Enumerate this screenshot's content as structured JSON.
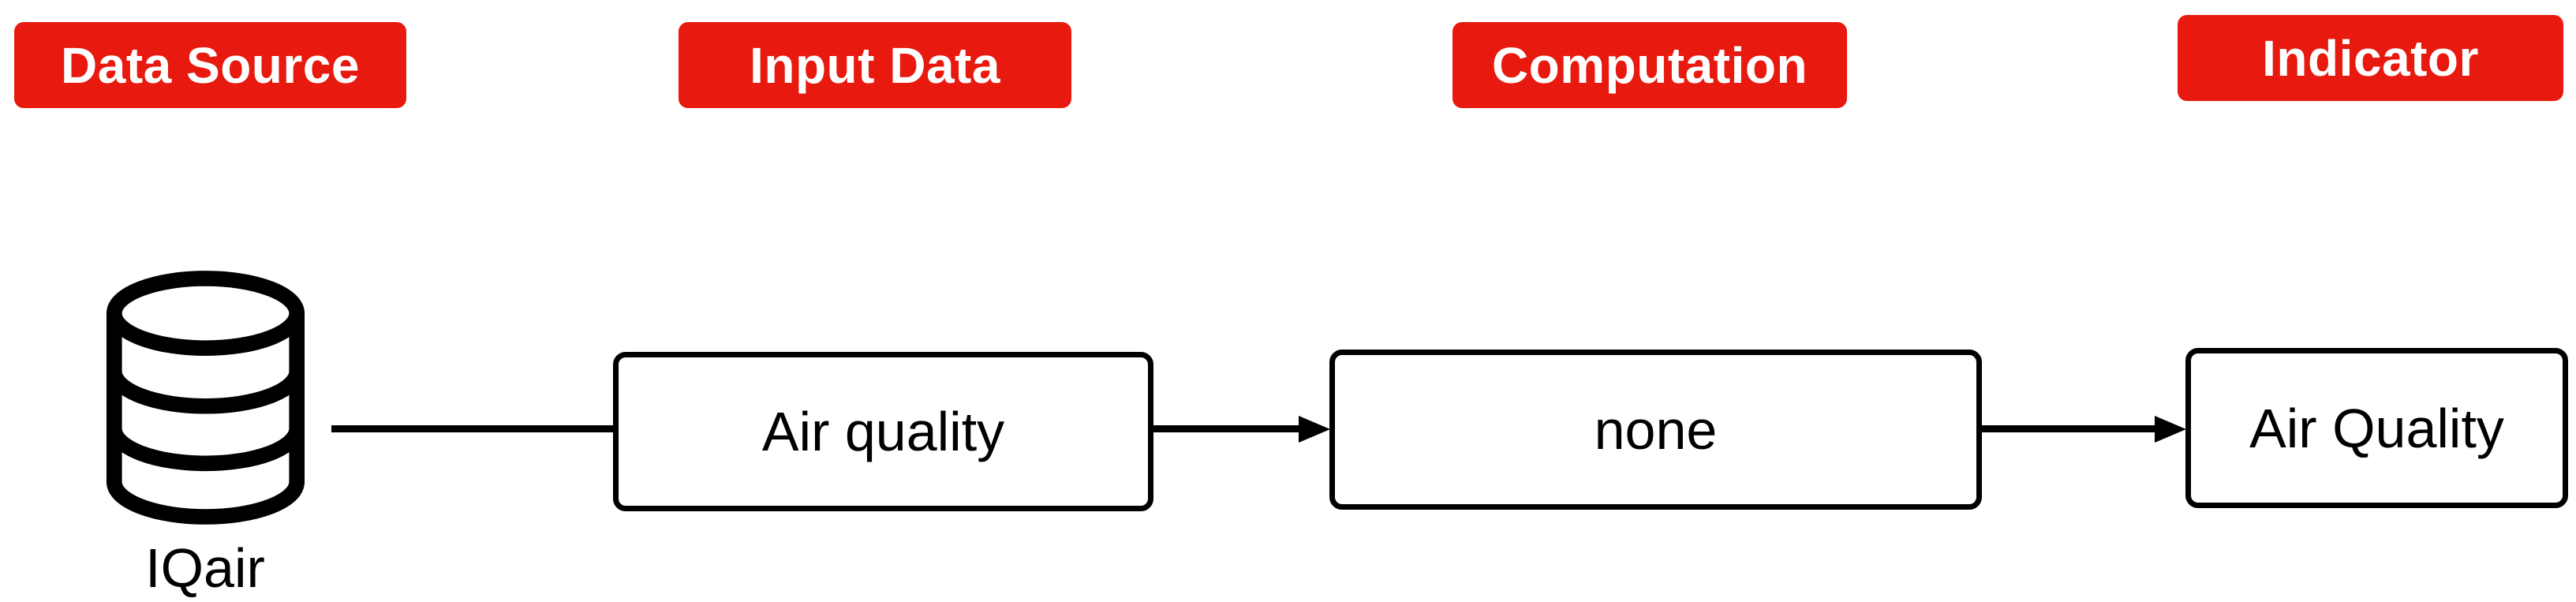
{
  "diagram": {
    "type": "flowchart",
    "background": "#ffffff",
    "header_labels": [
      {
        "id": "data-source",
        "label": "Data Source"
      },
      {
        "id": "input-data",
        "label": "Input Data"
      },
      {
        "id": "computation",
        "label": "Computation"
      },
      {
        "id": "indicator",
        "label": "Indicator"
      }
    ],
    "source": {
      "icon": "database-icon",
      "caption": "IQair"
    },
    "nodes": [
      {
        "column": "input-data",
        "label": "Air quality"
      },
      {
        "column": "computation",
        "label": "none"
      },
      {
        "column": "indicator",
        "label": "Air Quality"
      }
    ],
    "connectors": [
      {
        "from": "IQair",
        "to": "Air quality",
        "arrowhead": false
      },
      {
        "from": "Air quality",
        "to": "none",
        "arrowhead": true
      },
      {
        "from": "none",
        "to": "Air Quality",
        "arrowhead": true
      }
    ],
    "colors": {
      "header_bg": "#e8190e",
      "header_text": "#ffffff",
      "node_bg": "#ffffff",
      "node_border": "#000000",
      "line": "#000000",
      "text": "#000000"
    }
  }
}
